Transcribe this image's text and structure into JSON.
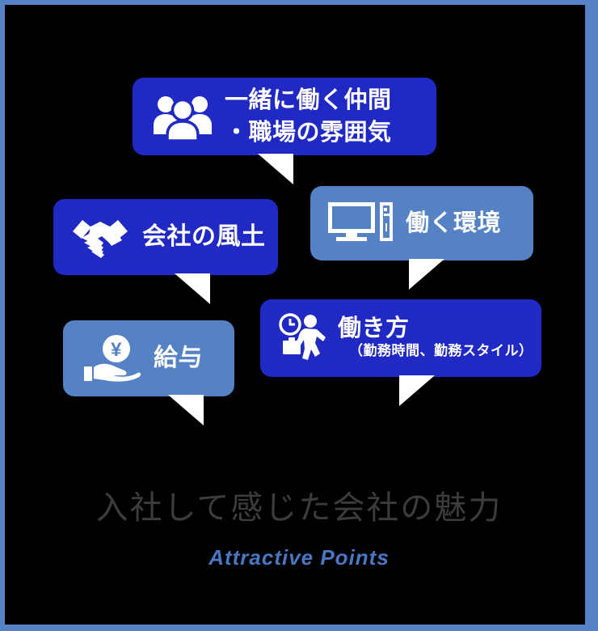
{
  "page": {
    "background_color": "#000000",
    "border_color": "#5581c5"
  },
  "colors": {
    "bubble_dark_blue": "#2029c4",
    "bubble_light_blue": "#5581c5",
    "bubble_text": "#ffffff",
    "caption_main": "#3c3c3c",
    "caption_sub": "#4a77c4"
  },
  "bubbles": [
    {
      "id": "colleagues",
      "icon": "three-people-icon",
      "style": "dark",
      "line1": "一緒に働く仲間",
      "line2": "・職場の雰囲気"
    },
    {
      "id": "culture",
      "icon": "handshake-icon",
      "style": "dark",
      "line1": "会社の風土"
    },
    {
      "id": "environment",
      "icon": "desktop-computer-icon",
      "style": "light",
      "line1": "働く環境"
    },
    {
      "id": "salary",
      "icon": "yen-on-hand-icon",
      "style": "light",
      "line1": "給与"
    },
    {
      "id": "workstyle",
      "icon": "walking-businessperson-clock-icon",
      "style": "dark",
      "line1": "働き方",
      "line2": "（勤務時間、勤務スタイル）"
    }
  ],
  "caption": {
    "main": "入社して感じた会社の魅力",
    "sub": "Attractive Points"
  }
}
